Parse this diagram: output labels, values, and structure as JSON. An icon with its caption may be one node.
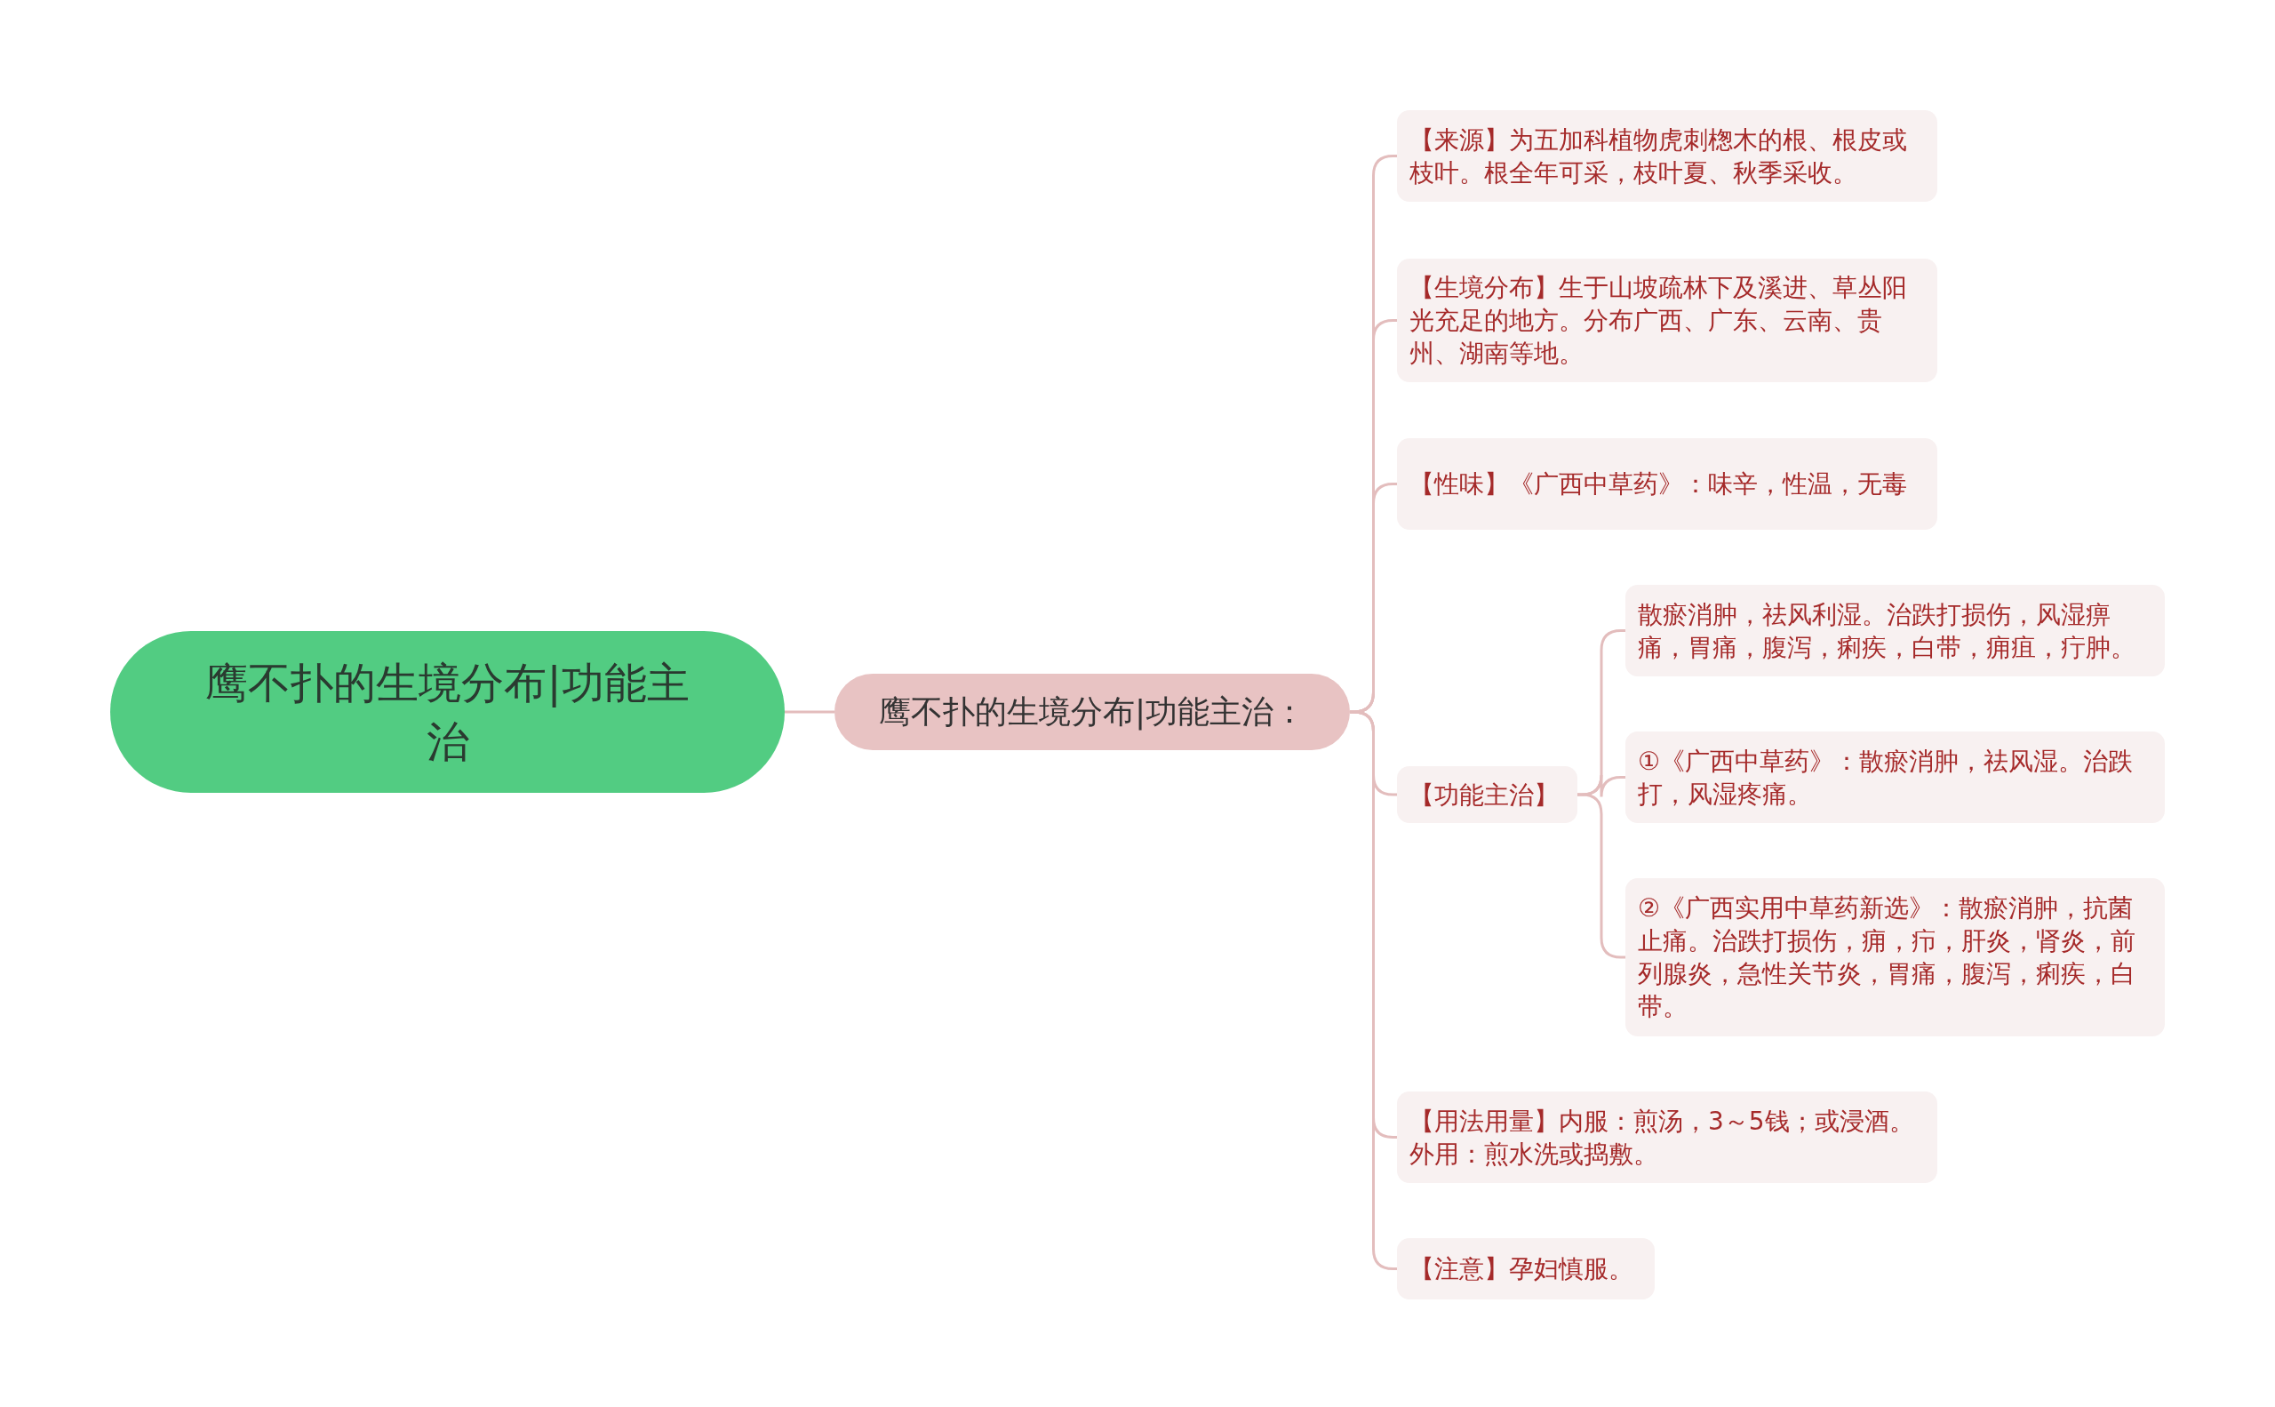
{
  "diagram": {
    "nodes": [
      {
        "text": [
          "鹰不扑的生境分布|功能主治"
        ]
      },
      {
        "text": [
          "鹰不扑的生境分布|功能主治："
        ]
      },
      {
        "text": [
          "【来源】为五加科植物虎刺楤木的根、根皮或枝叶。根全年可采，枝叶夏、秋季采收。"
        ]
      },
      {
        "text": [
          "【生境分布】生于山坡疏林下及溪进、草丛阳光充足的地方。分布广西、广东、云南、贵州、湖南等地。"
        ]
      },
      {
        "text": [
          "【性味】《广西中草药》：味辛，性温，无毒"
        ]
      },
      {
        "text": [
          "【功能主治】"
        ]
      },
      {
        "text": [
          "散瘀消肿，祛风利湿。治跌打损伤，风湿痹痛，胃痛，腹泻，痢疾，白带，痈疽，疔肿。"
        ]
      },
      {
        "text": [
          "①《广西中草药》：散瘀消肿，祛风湿。治跌打，风湿疼痛。"
        ]
      },
      {
        "text": [
          "②《广西实用中草药新选》：散瘀消肿，抗菌止痛。治跌打损伤，痈，疖，肝炎，肾炎，前列腺炎，急性关节炎，胃痛，腹泻，痢疾，白带。"
        ]
      },
      {
        "text": [
          "【用法用量】内服：煎汤，3～5钱；或浸酒。外用：煎水洗或捣敷。"
        ]
      },
      {
        "text": [
          "【注意】孕妇慎服。"
        ]
      }
    ],
    "edges": [
      {
        "from": 0,
        "to": 1,
        "arrow": "none"
      },
      {
        "from": 1,
        "to": 2,
        "arrow": "none"
      },
      {
        "from": 1,
        "to": 3,
        "arrow": "none"
      },
      {
        "from": 1,
        "to": 4,
        "arrow": "none"
      },
      {
        "from": 1,
        "to": 5,
        "arrow": "none"
      },
      {
        "from": 5,
        "to": 6,
        "arrow": "none"
      },
      {
        "from": 5,
        "to": 7,
        "arrow": "none"
      },
      {
        "from": 5,
        "to": 8,
        "arrow": "none"
      },
      {
        "from": 1,
        "to": 9,
        "arrow": "none"
      },
      {
        "from": 1,
        "to": 10,
        "arrow": "none"
      }
    ]
  }
}
